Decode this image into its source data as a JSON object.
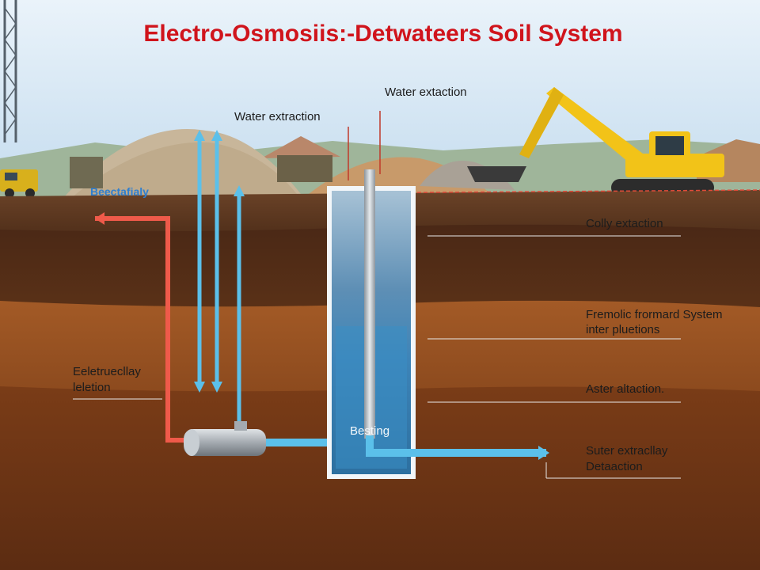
{
  "title": "Electro-Osmosiis:-Detwateers Soil System",
  "labels": {
    "water_extraction_left": "Water extraction",
    "water_extraction_top": "Water extaction",
    "surface_label": "Beectafialy",
    "colly_extraction": "Colly extaction",
    "system_line1": "Fremolic frormard System",
    "system_line2": "inter pluetions",
    "electro_line1": "Eeletruecllay",
    "electro_line2": "leletion",
    "aster": "Aster altaction.",
    "suter_line1": "Suter extracllay",
    "suter_line2": "Detaaction",
    "besting": "Besting"
  },
  "colors": {
    "title": "#d0141c",
    "pipe_blue": "#5bc0ea",
    "pipe_red": "#ef5a4a",
    "sky": "#c9dff0",
    "excavator": "#f2c318"
  },
  "icons": [
    "excavator-icon",
    "pump-valve-icon",
    "drill-tower-icon",
    "truck-icon"
  ]
}
